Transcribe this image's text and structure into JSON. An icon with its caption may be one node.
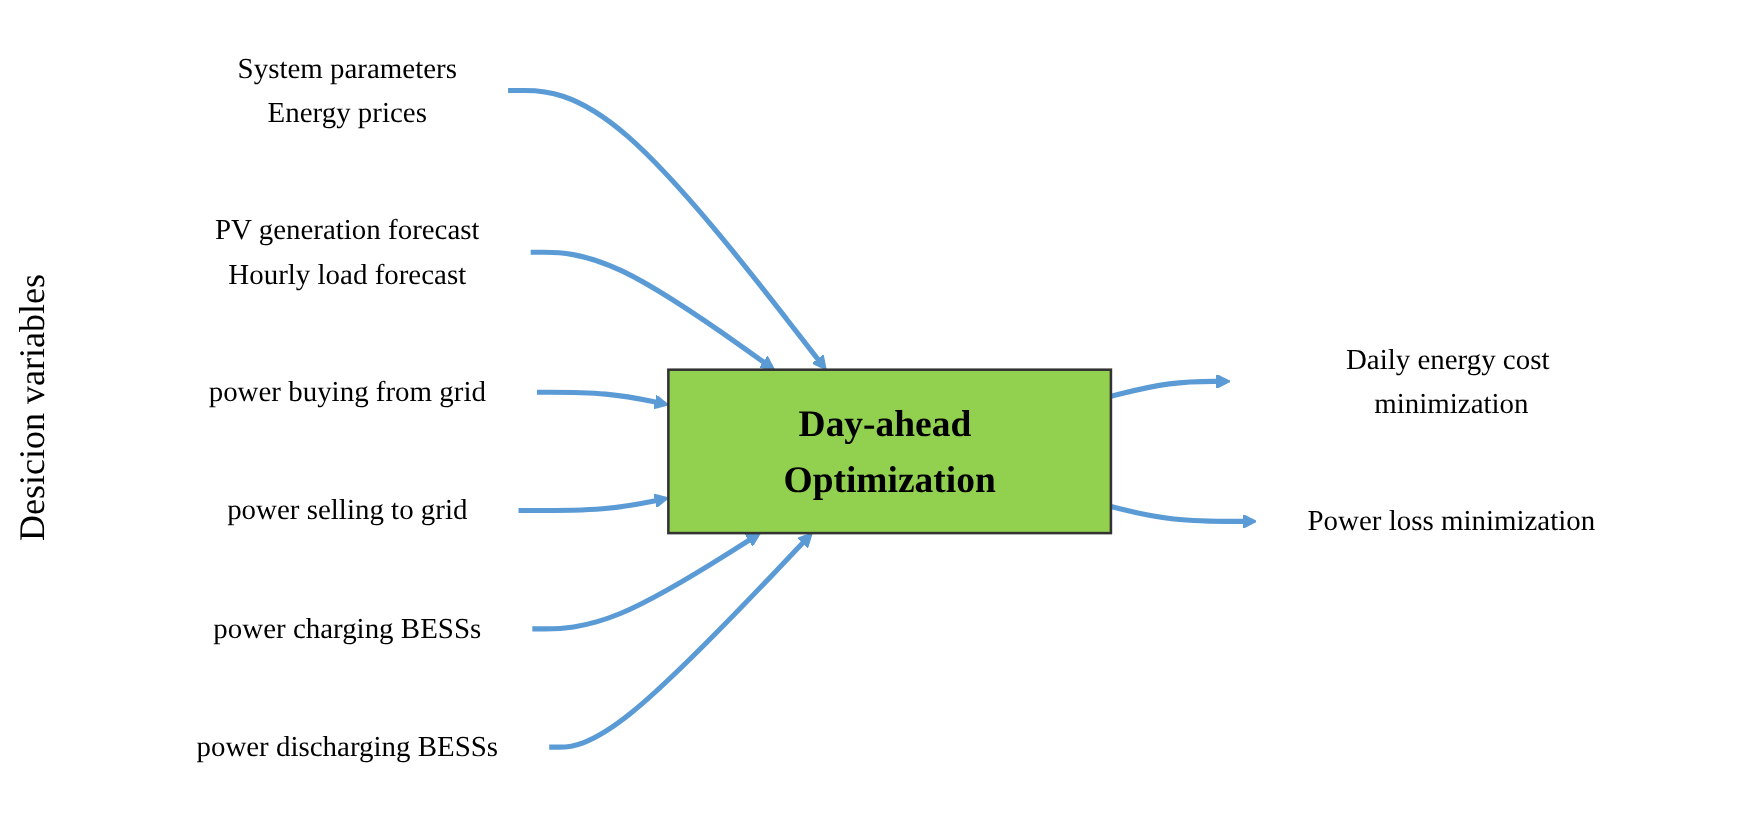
{
  "diagram": {
    "nodes": [
      {
        "text": [
          "System parameters",
          "Energy prices"
        ]
      },
      {
        "text": [
          "PV generation forecast",
          "Hourly load forecast"
        ]
      },
      {
        "text": [
          "power buying from grid"
        ]
      },
      {
        "text": [
          "power selling to grid"
        ]
      },
      {
        "text": [
          "power charging BESSs"
        ]
      },
      {
        "text": [
          "power discharging BESSs"
        ]
      },
      {
        "text": [
          "Day-ahead Optimization"
        ]
      },
      {
        "text": [
          "Daily energy cost minimization"
        ]
      },
      {
        "text": [
          "Power loss minimization"
        ]
      }
    ],
    "edges": [
      {
        "from": 0,
        "to": 6,
        "arrow": "to"
      },
      {
        "from": 1,
        "to": 6,
        "arrow": "to"
      },
      {
        "from": 2,
        "to": 6,
        "arrow": "to"
      },
      {
        "from": 3,
        "to": 6,
        "arrow": "to"
      },
      {
        "from": 4,
        "to": 6,
        "arrow": "to"
      },
      {
        "from": 5,
        "to": 6,
        "arrow": "to"
      },
      {
        "from": 6,
        "to": 7,
        "arrow": "to"
      },
      {
        "from": 6,
        "to": 8,
        "arrow": "to"
      }
    ],
    "labels": [
      "Desicion variables"
    ]
  }
}
